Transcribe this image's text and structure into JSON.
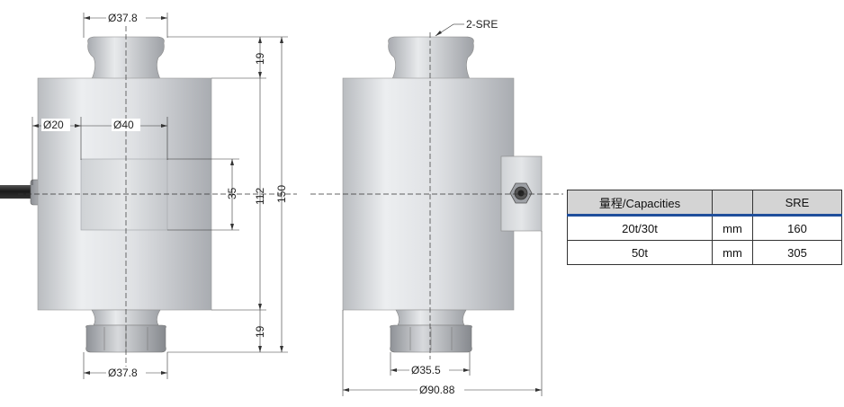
{
  "dimensions": {
    "top_diameter": "Ø37.8",
    "bottom_diameter": "Ø37.8",
    "cable_diameter": "Ø20",
    "window_width": "Ø40",
    "window_height": "35",
    "head_height_top": "19",
    "head_height_bottom": "19",
    "body_height": "112",
    "total_height": "150",
    "thread_label": "2-SRE",
    "foot_diameter": "Ø35.5",
    "body_diameter": "Ø90.88"
  },
  "spec_table": {
    "header": [
      "量程/Capacities",
      "",
      "SRE"
    ],
    "rows": [
      [
        "20t/30t",
        "mm",
        "160"
      ],
      [
        "50t",
        "mm",
        "305"
      ]
    ]
  },
  "colors": {
    "accent": "#1f4e9b",
    "header_bg": "#d4d4d4"
  }
}
